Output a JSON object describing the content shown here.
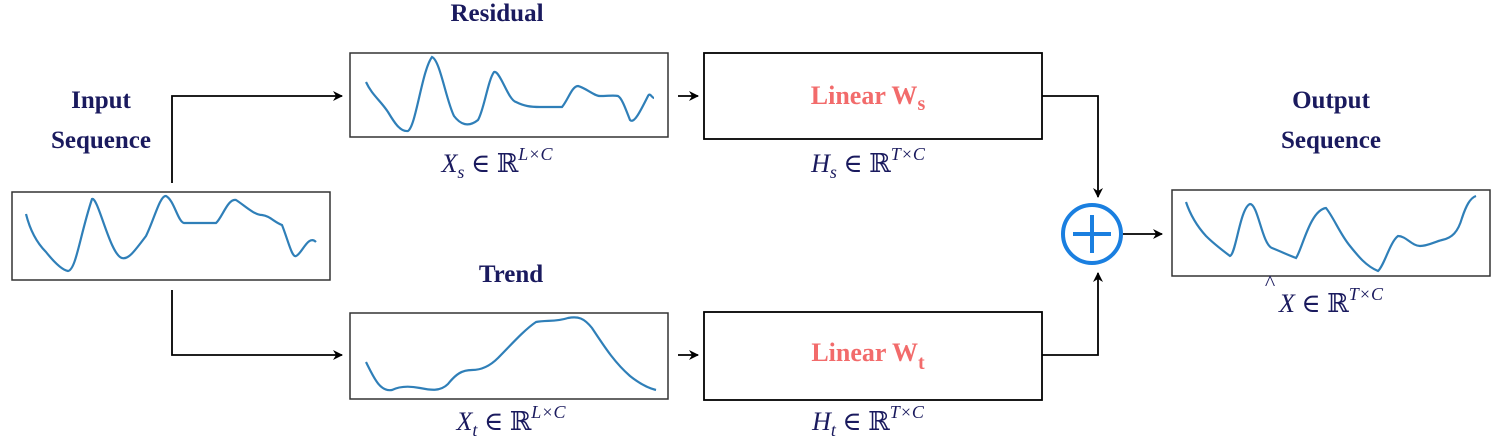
{
  "colors": {
    "text": "#1a1a5e",
    "linear_text": "#f26b6b",
    "series": "#2f7fb8",
    "plus": "#1a7fe0",
    "stroke": "#000000"
  },
  "labels": {
    "input_line1": "Input",
    "input_line2": "Sequence",
    "residual": "Residual",
    "trend": "Trend",
    "output_line1": "Output",
    "output_line2": "Sequence"
  },
  "linear": {
    "s_main": "Linear W",
    "s_sub": "s",
    "t_main": "Linear W",
    "t_sub": "t"
  },
  "math": {
    "xs": {
      "var": "X",
      "sub": "s",
      "op": " ∈ ",
      "set": "ℝ",
      "sup": "L×C"
    },
    "xt": {
      "var": "X",
      "sub": "t",
      "op": " ∈ ",
      "set": "ℝ",
      "sup": "L×C"
    },
    "hs": {
      "var": "H",
      "sub": "s",
      "op": " ∈ ",
      "set": "ℝ",
      "sup": "T×C"
    },
    "ht": {
      "var": "H",
      "sub": "t",
      "op": " ∈ ",
      "set": "ℝ",
      "sup": "T×C"
    },
    "xhat": {
      "var": "X",
      "accent": "^",
      "op": " ∈ ",
      "set": "ℝ",
      "sup": "T×C"
    }
  },
  "icons": {
    "plus": "circled-plus-icon"
  }
}
